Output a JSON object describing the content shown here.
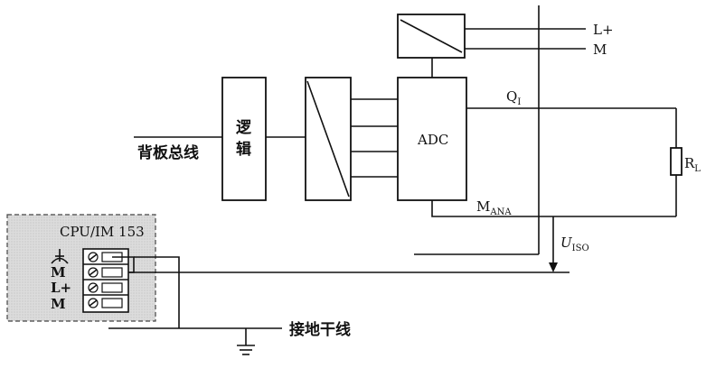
{
  "diagram": {
    "backplane_bus_label": "背板总线",
    "logic_block_label_line1": "逻",
    "logic_block_label_line2": "辑",
    "adc_label": "ADC",
    "output_Q_main": "Q",
    "output_Q_sub": "I",
    "supply_Lplus": "L+",
    "supply_M": "M",
    "load_R_main": "R",
    "load_R_sub": "L",
    "mana_main": "M",
    "mana_sub": "ANA",
    "uiso_main": "U",
    "uiso_sub": "ISO",
    "cpu_module_title": "CPU/IM 153",
    "cpu_terminals": [
      "M",
      "L+",
      "M"
    ],
    "ground_bus_label": "接地干线"
  }
}
